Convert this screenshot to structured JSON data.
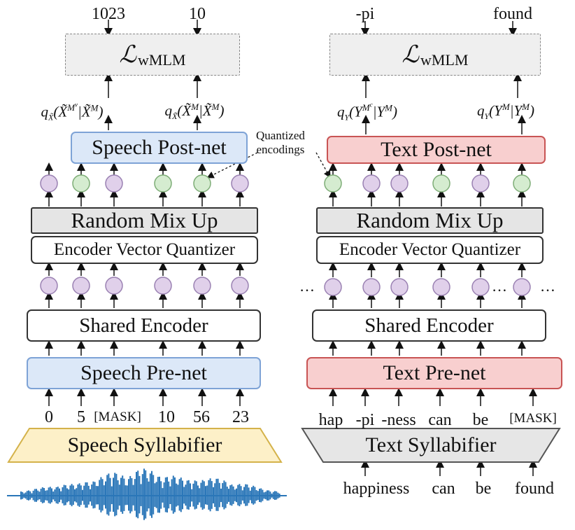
{
  "colors": {
    "speech_blue": "#dce8f8",
    "text_red": "#f8cfcf",
    "syllabifier_yellow": "#fdf0c8",
    "waveform_blue": "#2a76b8",
    "token_purple": "#e0d0ea",
    "token_green": "#d5ecd0"
  },
  "speech": {
    "loss_symbol": "ℒ",
    "loss_sub": "wMLM",
    "loss_inputs": [
      "1023",
      "10"
    ],
    "prob_left": "q",
    "prob_right": "q",
    "postnet": "Speech Post-net",
    "mixup": "Random Mix Up",
    "quantizer": "Encoder Vector Quantizer",
    "encoder": "Shared Encoder",
    "prenet": "Speech Pre-net",
    "tokens": [
      "0",
      "5",
      "[MASK]",
      "10",
      "56",
      "23"
    ],
    "syllabifier": "Speech Syllabifier"
  },
  "text": {
    "loss_symbol": "ℒ",
    "loss_sub": "wMLM",
    "loss_inputs": [
      "-pi",
      "found"
    ],
    "postnet": "Text Post-net",
    "mixup": "Random Mix Up",
    "quantizer": "Encoder Vector Quantizer",
    "encoder": "Shared Encoder",
    "prenet": "Text Pre-net",
    "tokens": [
      "hap",
      "-pi",
      "-ness",
      "can",
      "be",
      "[MASK]"
    ],
    "syllabifier": "Text Syllabifier",
    "words": [
      "happiness",
      "can",
      "be",
      "found"
    ],
    "ellipsis": "…"
  },
  "annotation": {
    "line1": "Quantized",
    "line2": "encodings"
  }
}
